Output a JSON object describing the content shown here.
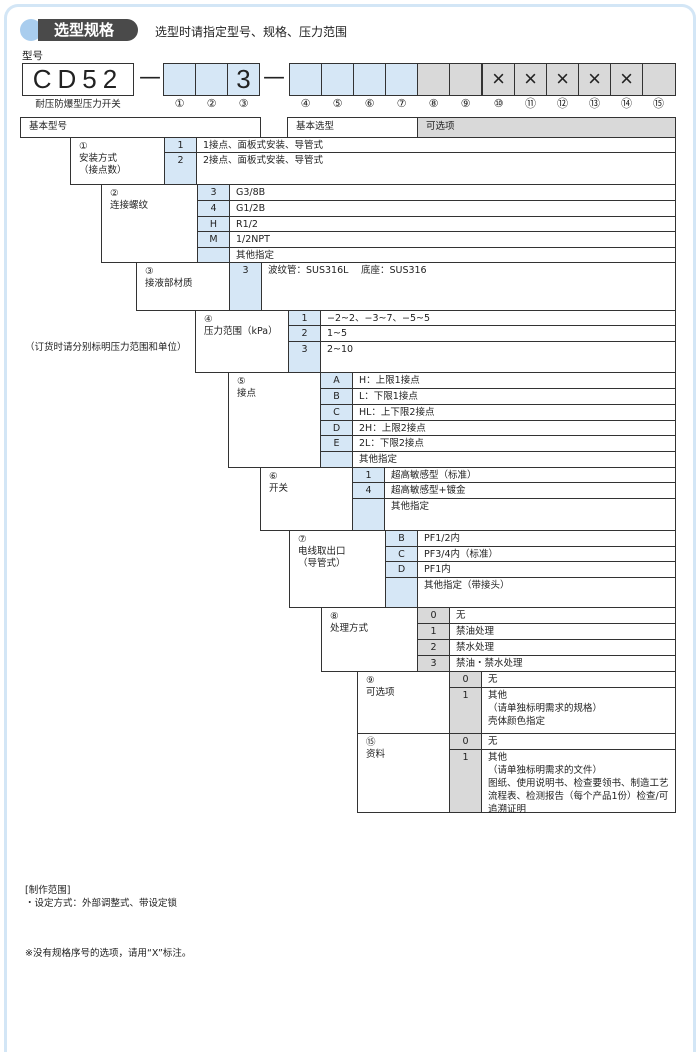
{
  "header": {
    "title": "选型规格",
    "subtitle": "选型时请指定型号、规格、压力范围"
  },
  "model": {
    "label": "型号",
    "base": "CD52",
    "base_caption": "耐压防爆型压力开关",
    "dash": "—",
    "slots": [
      {
        "num": "①",
        "value": "",
        "kind": "basic"
      },
      {
        "num": "②",
        "value": "",
        "kind": "basic"
      },
      {
        "num": "③",
        "value": "3",
        "kind": "basic"
      },
      {
        "num": "④",
        "value": "",
        "kind": "basic"
      },
      {
        "num": "⑤",
        "value": "",
        "kind": "basic"
      },
      {
        "num": "⑥",
        "value": "",
        "kind": "basic"
      },
      {
        "num": "⑦",
        "value": "",
        "kind": "basic"
      },
      {
        "num": "⑧",
        "value": "",
        "kind": "optional"
      },
      {
        "num": "⑨",
        "value": "",
        "kind": "optional"
      },
      {
        "num": "⑩",
        "value": "×",
        "kind": "optional"
      },
      {
        "num": "⑪",
        "value": "×",
        "kind": "optional"
      },
      {
        "num": "⑫",
        "value": "×",
        "kind": "optional"
      },
      {
        "num": "⑬",
        "value": "×",
        "kind": "optional"
      },
      {
        "num": "⑭",
        "value": "×",
        "kind": "optional"
      },
      {
        "num": "⑮",
        "value": "",
        "kind": "optional"
      }
    ]
  },
  "categories": {
    "basic_model": "基本型号",
    "basic_selection": "基本选型",
    "options": "可选项"
  },
  "sections": [
    {
      "num": "①",
      "label": [
        "安装方式",
        "（接点数）"
      ],
      "kind": "basic",
      "options": [
        {
          "code": "1",
          "desc": "1接点、面板式安装、导管式"
        },
        {
          "code": "2",
          "desc": "2接点、面板式安装、导管式"
        }
      ]
    },
    {
      "num": "②",
      "label": [
        "连接螺纹"
      ],
      "kind": "basic",
      "options": [
        {
          "code": "3",
          "desc": "G3/8B"
        },
        {
          "code": "4",
          "desc": "G1/2B"
        },
        {
          "code": "H",
          "desc": "R1/2"
        },
        {
          "code": "M",
          "desc": "1/2NPT"
        },
        {
          "code": "",
          "desc": "其他指定"
        }
      ]
    },
    {
      "num": "③",
      "label": [
        "接液部材质"
      ],
      "kind": "basic",
      "options": [
        {
          "code": "3",
          "desc": "波纹管：SUS316L　 底座：SUS316"
        }
      ]
    },
    {
      "num": "④",
      "label": [
        "压力范围（kPa）"
      ],
      "kind": "basic",
      "options": [
        {
          "code": "1",
          "desc": "−2~2、−3~7、−5~5"
        },
        {
          "code": "2",
          "desc": "1~5"
        },
        {
          "code": "3",
          "desc": "2~10"
        }
      ]
    },
    {
      "num": "⑤",
      "label": [
        "接点"
      ],
      "kind": "basic",
      "options": [
        {
          "code": "A",
          "desc": "H：上限1接点"
        },
        {
          "code": "B",
          "desc": "L：下限1接点"
        },
        {
          "code": "C",
          "desc": "HL：上下限2接点"
        },
        {
          "code": "D",
          "desc": "2H：上限2接点"
        },
        {
          "code": "E",
          "desc": "2L：下限2接点"
        },
        {
          "code": "",
          "desc": "其他指定"
        }
      ]
    },
    {
      "num": "⑥",
      "label": [
        "开关"
      ],
      "kind": "basic",
      "options": [
        {
          "code": "1",
          "desc": "超高敏感型（标准）"
        },
        {
          "code": "4",
          "desc": "超高敏感型+镀金"
        },
        {
          "code": "",
          "desc": "其他指定"
        }
      ]
    },
    {
      "num": "⑦",
      "label": [
        "电线取出口",
        "（导管式）"
      ],
      "kind": "basic",
      "options": [
        {
          "code": "B",
          "desc": "PF1/2内"
        },
        {
          "code": "C",
          "desc": "PF3/4内（标准）"
        },
        {
          "code": "D",
          "desc": "PF1内"
        },
        {
          "code": "",
          "desc": "其他指定（带接头）"
        }
      ]
    },
    {
      "num": "⑧",
      "label": [
        "处理方式"
      ],
      "kind": "optional",
      "options": [
        {
          "code": "0",
          "desc": "无"
        },
        {
          "code": "1",
          "desc": "禁油处理"
        },
        {
          "code": "2",
          "desc": "禁水处理"
        },
        {
          "code": "3",
          "desc": "禁油・禁水处理"
        }
      ]
    },
    {
      "num": "⑨",
      "label": [
        "可选项"
      ],
      "kind": "optional",
      "options": [
        {
          "code": "0",
          "desc": "无"
        },
        {
          "code": "1",
          "desc": "其他\n（请单独标明需求的规格）\n壳体颜色指定"
        }
      ]
    },
    {
      "num": "⑮",
      "label": [
        "资料"
      ],
      "kind": "optional",
      "options": [
        {
          "code": "0",
          "desc": "无"
        },
        {
          "code": "1",
          "desc": "其他\n（请单独标明需求的文件）\n图纸、使用说明书、检查要领书、制造工艺\n流程表、检测报告（每个产品1份）检查/可\n追溯证明"
        }
      ]
    }
  ],
  "pressure_note": "（订货时请分别标明压力范围和单位）",
  "footer": {
    "scope_title": "[制作范围]",
    "scope_item": "・设定方式：外部调整式、带设定锁",
    "note": "※没有规格序号的选项，请用“X”标注。"
  }
}
